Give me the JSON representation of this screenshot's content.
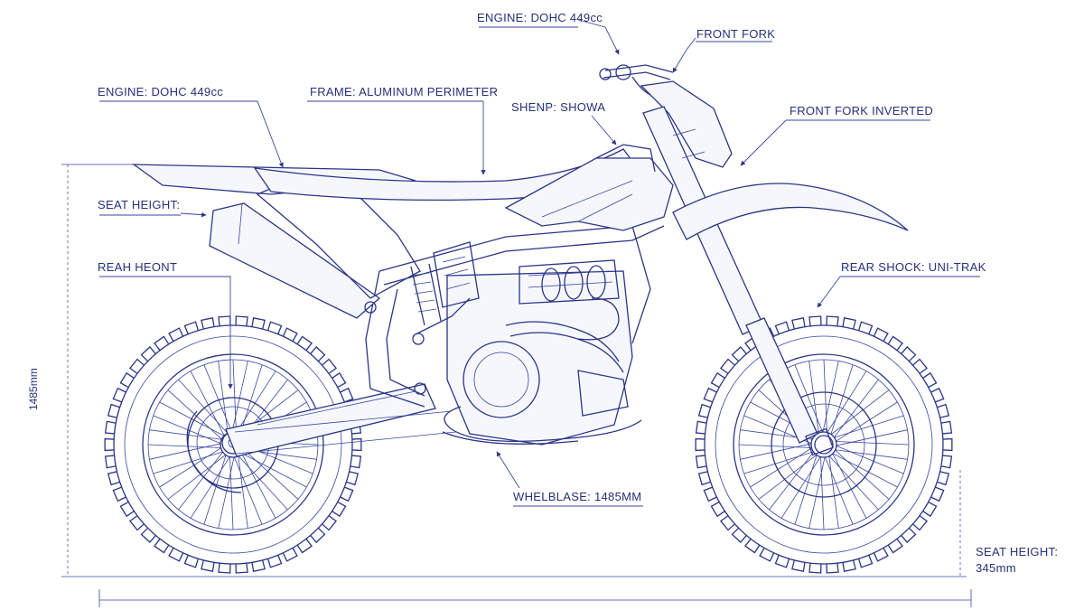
{
  "colors": {
    "ink": "#2b3585",
    "paper": "#ffffff"
  },
  "labels": {
    "engine_top": "ENGINE: DOHC 449cc",
    "front_fork": "FRONT FORK",
    "engine_left": "ENGINE: DOHC 449cc",
    "frame": "FRAME: ALUMINUM PERIMETER",
    "shenp": "SHENP: SHOWA",
    "front_fork_inverted": "FRONT FORK INVERTED",
    "seat_height_left": "SEAT HEIGHT:",
    "rear_height": "REAH HEONT",
    "rear_shock": "REAR SHOCK: UNI-TRAK",
    "wheelbase": "WHELBLASE: 1485MM",
    "seat_height_right": "SEAT HEIGHT:",
    "seat_height_right_value": "345mm",
    "height_dimension": "1485mm"
  }
}
